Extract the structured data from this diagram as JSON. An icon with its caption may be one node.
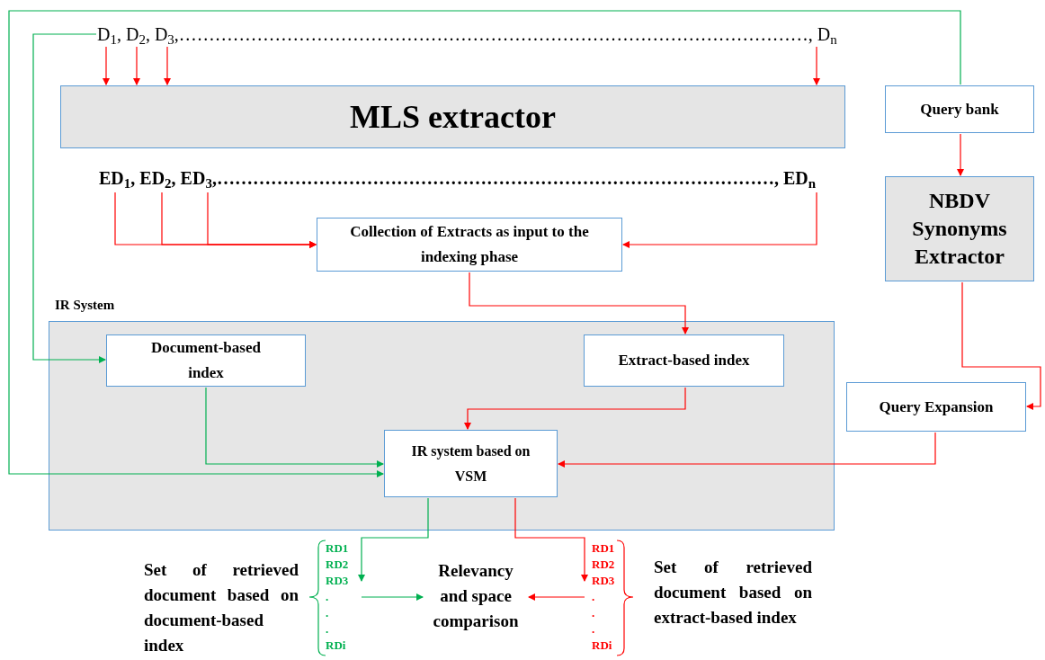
{
  "diagram": {
    "nodes": [
      {
        "text": [
          "D$_{1}$, D$_{2}$, D$_{3}$,……………………………………………………………………………………………, D$_{n}$"
        ]
      },
      {
        "text": [
          "MLS extractor"
        ]
      },
      {
        "text": [
          "ED$_{1}$, ED$_{2}$, ED$_{3}$,…………………………………………………………………………………, ED$_{n}$"
        ]
      },
      {
        "text": [
          "Collection of Extracts as input to the indexing phase"
        ]
      },
      {
        "text": [
          "IR System"
        ]
      },
      {
        "text": [
          "Document-based index"
        ],
        "in": 4
      },
      {
        "text": [
          "Extract-based index"
        ],
        "in": 4
      },
      {
        "text": [
          "IR system based on VSM"
        ],
        "in": 4
      },
      {
        "text": [
          "Query bank"
        ]
      },
      {
        "text": [
          "NBDV Synonyms Extractor"
        ]
      },
      {
        "text": [
          "Query Expansion"
        ]
      },
      {
        "text": [
          "RD1",
          "RD2",
          "RD3",
          ".",
          ".",
          ".",
          "RDi"
        ],
        "beside": [
          "Set of retrieved document based on document-based index"
        ]
      },
      {
        "text": [
          "Relevancy and space comparison"
        ]
      },
      {
        "text": [
          "RD1",
          "RD2",
          "RD3",
          ".",
          ".",
          ".",
          "RDi"
        ],
        "beside": [
          "Set of retrieved document based on extract-based index"
        ]
      }
    ],
    "edges": [
      {
        "from": 0,
        "to": 1,
        "arrow": "to"
      },
      {
        "from": 0,
        "to": 1,
        "arrow": "to"
      },
      {
        "from": 0,
        "to": 1,
        "arrow": "to"
      },
      {
        "from": 0,
        "to": 1,
        "arrow": "to"
      },
      {
        "from": 2,
        "to": 3,
        "arrow": "to"
      },
      {
        "from": 2,
        "to": 3,
        "arrow": "to"
      },
      {
        "from": 2,
        "to": 3,
        "arrow": "to"
      },
      {
        "from": 2,
        "to": 3,
        "arrow": "to"
      },
      {
        "from": 3,
        "to": 6,
        "arrow": "to"
      },
      {
        "from": 6,
        "to": 7,
        "arrow": "to"
      },
      {
        "from": 8,
        "to": 9,
        "arrow": "to"
      },
      {
        "from": 9,
        "to": 10,
        "arrow": "to"
      },
      {
        "from": 10,
        "to": 7,
        "arrow": "to"
      },
      {
        "from": 0,
        "to": 5,
        "arrow": "to",
        "color": "#00b050"
      },
      {
        "from": 8,
        "to": 7,
        "arrow": "to",
        "color": "#00b050"
      },
      {
        "from": 5,
        "to": 7,
        "arrow": "to",
        "color": "#00b050"
      },
      {
        "from": 7,
        "to": 11,
        "arrow": "to",
        "color": "#00b050"
      },
      {
        "from": 7,
        "to": 13,
        "arrow": "to"
      },
      {
        "from": 11,
        "to": 12,
        "arrow": "to",
        "color": "#00b050"
      },
      {
        "from": 13,
        "to": 12,
        "arrow": "to"
      }
    ]
  }
}
